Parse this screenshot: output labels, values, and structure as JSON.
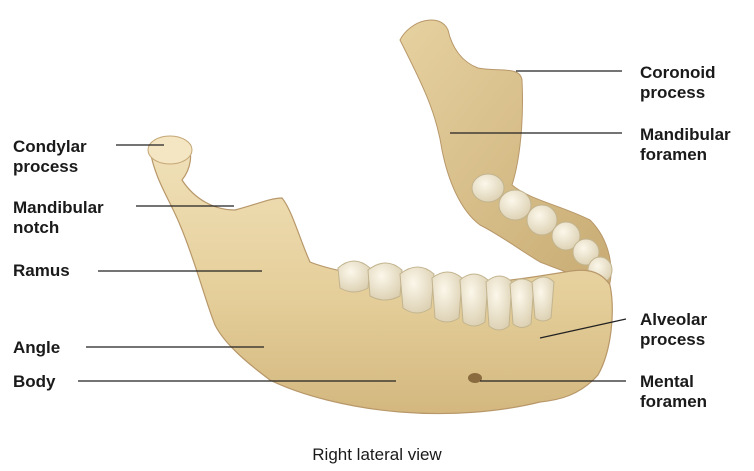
{
  "figure": {
    "view_caption": "Right lateral view",
    "subject": "mandible",
    "colors": {
      "bone": "#e9d6a8",
      "bone_shadow": "#c9ae78",
      "teeth": "#f3ecd9",
      "leader_line": "#222222"
    }
  },
  "labels": {
    "coronoid": [
      "Coronoid",
      "process"
    ],
    "mandibular_foramen": [
      "Mandibular",
      "foramen"
    ],
    "condylar": [
      "Condylar",
      "process"
    ],
    "mandibular_notch": [
      "Mandibular",
      "notch"
    ],
    "ramus": [
      "Ramus"
    ],
    "angle": [
      "Angle"
    ],
    "body": [
      "Body"
    ],
    "alveolar": [
      "Alveolar",
      "process"
    ],
    "mental_foramen": [
      "Mental",
      "foramen"
    ]
  }
}
